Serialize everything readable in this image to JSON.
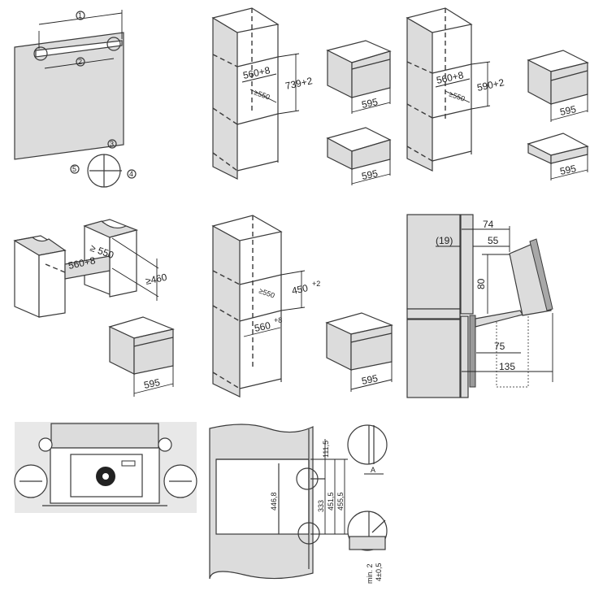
{
  "panel_front_mounting": {
    "labels": [
      "1",
      "2",
      "3",
      "4",
      "5"
    ]
  },
  "tall_cabinet_739": {
    "width": "560+8",
    "depth": "≥550",
    "height": "739+2"
  },
  "appliance_a": {
    "width": "595"
  },
  "appliance_b": {
    "width": "595"
  },
  "tall_cabinet_590": {
    "width": "560+8",
    "depth": "≥550",
    "height": "590+2"
  },
  "appliance_c": {
    "width": "595"
  },
  "appliance_d": {
    "width": "595"
  },
  "base_units": {
    "depth": "≥ 550",
    "width": "560+8",
    "height": "≥460"
  },
  "appliance_e": {
    "width": "595"
  },
  "tall_cabinet_450": {
    "depth": "≥550",
    "height": "450",
    "height_tol": "+2",
    "width": "560",
    "width_tol": "+8"
  },
  "appliance_f": {
    "width": "595"
  },
  "door_clearance": {
    "d74": "74",
    "d19": "(19)",
    "d55": "55",
    "d80": "80",
    "d75": "75",
    "d135": "135"
  },
  "section": {
    "d111": "111,5",
    "d446": "446,8",
    "d333": "333",
    "d451": "451,5",
    "d455": "455,5",
    "detail_a": "A",
    "min2": "min. 2",
    "d4": "4±0,5"
  },
  "colors": {
    "fill": "#dcdcdc",
    "line": "#3a3a3a"
  }
}
